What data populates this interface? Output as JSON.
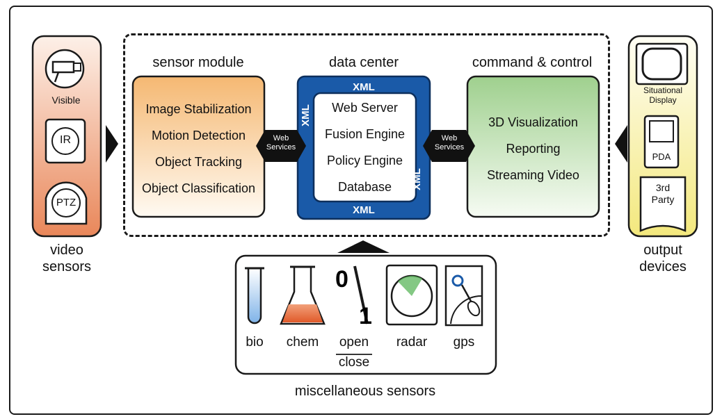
{
  "video_sensors": {
    "visible_label": "Visible",
    "ir_label": "IR",
    "ptz_label": "PTZ",
    "title_line1": "video",
    "title_line2": "sensors"
  },
  "sensor_module": {
    "title": "sensor module",
    "items": [
      "Image Stabilization",
      "Motion Detection",
      "Object Tracking",
      "Object Classification"
    ]
  },
  "data_center": {
    "title": "data center",
    "xml_label": "XML",
    "items": [
      "Web Server",
      "Fusion Engine",
      "Policy Engine",
      "Database"
    ]
  },
  "command_control": {
    "title": "command & control",
    "items": [
      "3D Visualization",
      "Reporting",
      "Streaming Video"
    ]
  },
  "web_services": {
    "line1": "Web",
    "line2": "Services"
  },
  "output_devices": {
    "situational_line1": "Situational",
    "situational_line2": "Display",
    "pda_label": "PDA",
    "third_party_line1": "3rd",
    "third_party_line2": "Party",
    "title_line1": "output",
    "title_line2": "devices"
  },
  "misc_sensors": {
    "title": "miscellaneous sensors",
    "bio": "bio",
    "chem": "chem",
    "open": "open",
    "close": "close",
    "radar": "radar",
    "gps": "gps",
    "switch_zero": "0",
    "switch_one": "1"
  },
  "colors": {
    "sensor_module_fill": "#f7c58a",
    "data_center_blue": "#1a5aa8",
    "command_fill": "#a9d79a",
    "video_sensors_fill": "#ea8a5e",
    "output_devices_fill": "#f5ec8c"
  }
}
